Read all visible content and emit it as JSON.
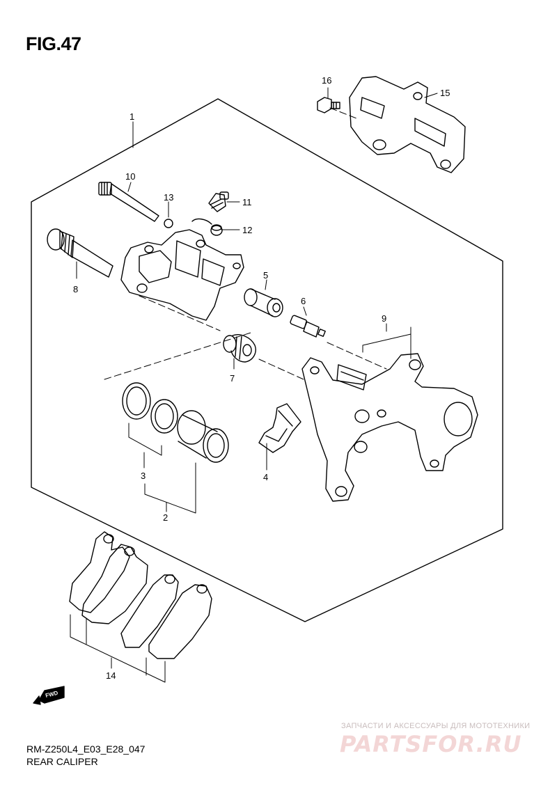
{
  "figure": {
    "title": "FIG.47"
  },
  "footer": {
    "code": "RM-Z250L4_E03_E28_047",
    "name": "REAR CALIPER"
  },
  "watermark": {
    "tagline": "ЗАПЧАСТИ И АКСЕССУАРЫ ДЛЯ МОТОТЕХНИКИ",
    "brand": "PARTSFOR.RU"
  },
  "direction_badge": {
    "label": "FWD"
  },
  "callouts": {
    "c1": "1",
    "c2": "2",
    "c3": "3",
    "c4": "4",
    "c5": "5",
    "c6": "6",
    "c7": "7",
    "c8": "8",
    "c9": "9",
    "c10": "10",
    "c11": "11",
    "c12": "12",
    "c13": "13",
    "c14": "14",
    "c15": "15",
    "c16": "16"
  },
  "colors": {
    "line": "#000000",
    "background": "#ffffff",
    "watermark": "#f3d6d6"
  }
}
